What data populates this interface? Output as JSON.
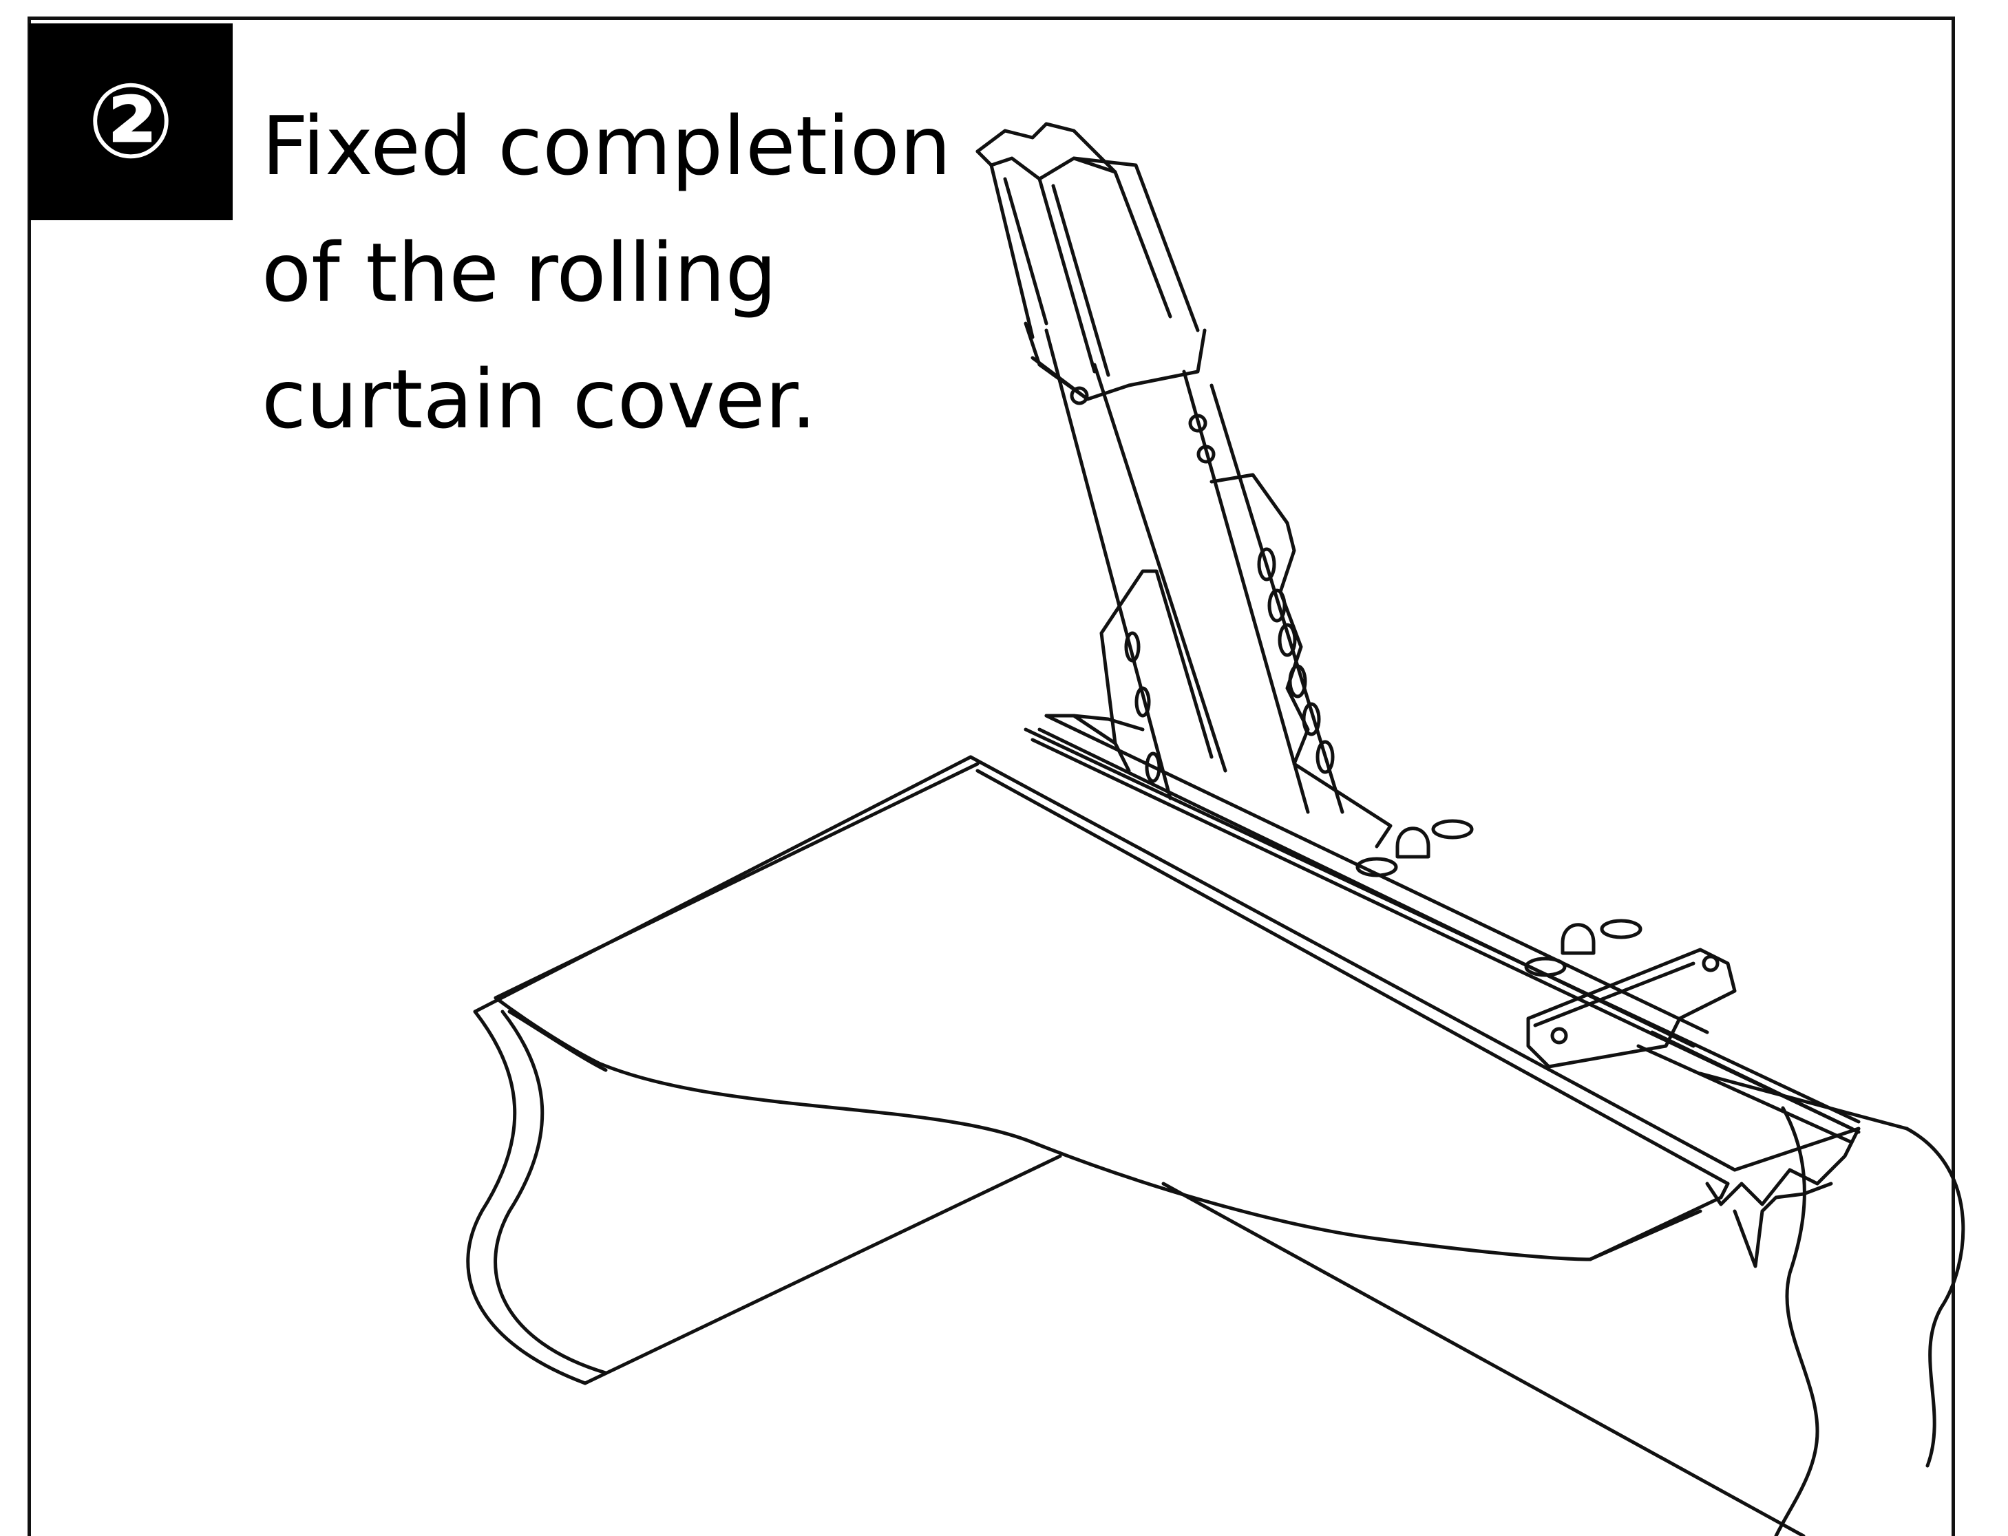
{
  "step": {
    "number": "②"
  },
  "caption": {
    "lines": [
      "Fixed completion",
      "of the rolling",
      "curtain cover."
    ]
  }
}
